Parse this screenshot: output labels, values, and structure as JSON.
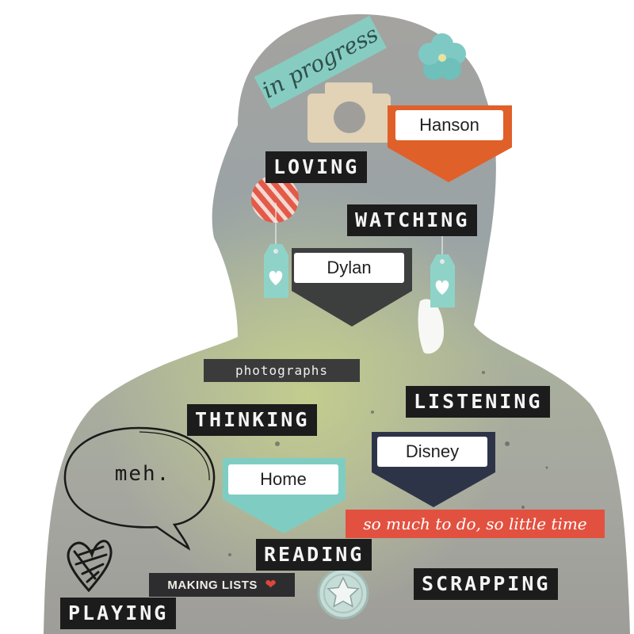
{
  "tape_text": "in progress",
  "words": {
    "loving": "LOVING",
    "watching": "WATCHING",
    "listening": "LISTENING",
    "thinking": "THINKING",
    "reading": "READING",
    "scrapping": "SCRAPPING",
    "playing": "PLAYING"
  },
  "banners": {
    "loving": "Hanson",
    "watching": "Dylan",
    "listening": "Disney",
    "reading": "Home"
  },
  "photographs": "photographs",
  "speech": "meh.",
  "so_much": "so much to do, so little time",
  "making_lists": "MAKING LISTS",
  "colors": {
    "silhouette": "#9f9e9a",
    "label_black": "#1c1c1c",
    "orange": "#e0602a",
    "slate": "#3d3f3e",
    "navy": "#2e3448",
    "teal": "#7fcdc2",
    "red": "#e25140"
  }
}
